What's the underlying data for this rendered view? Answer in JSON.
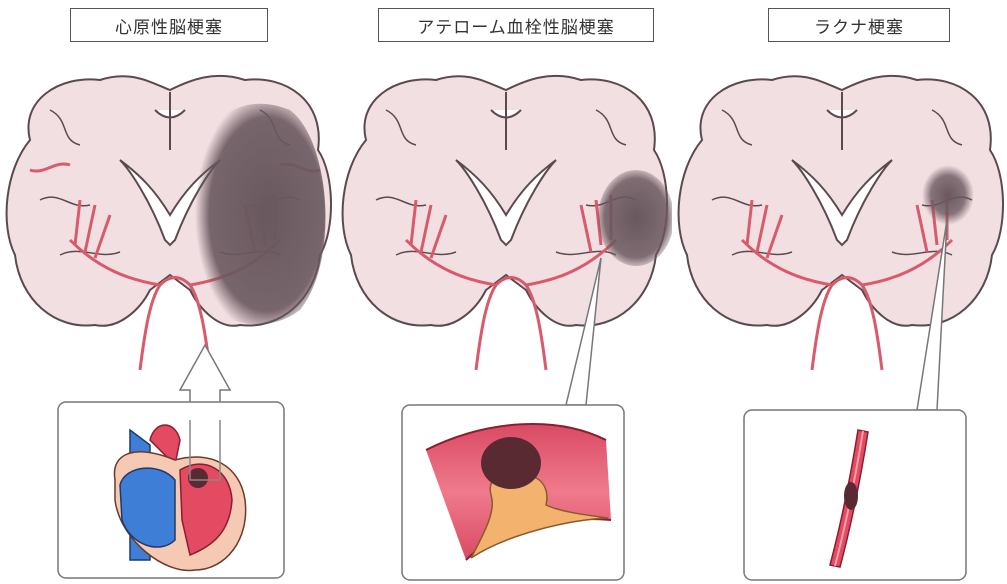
{
  "panels": [
    {
      "title": "心原性脳梗塞"
    },
    {
      "title": "アテローム血栓性脳梗塞"
    },
    {
      "title": "ラクナ梗塞"
    }
  ],
  "colors": {
    "brain_fill": "#f2dfe2",
    "brain_stroke": "#5a4a4e",
    "artery": "#d95a6a",
    "infarct": "#6a585f",
    "heart_blue": "#3e7ed6",
    "heart_red": "#e54a63",
    "heart_skin": "#f5c9b3",
    "plaque": "#f3b26e",
    "thrombus": "#5a2a33"
  }
}
